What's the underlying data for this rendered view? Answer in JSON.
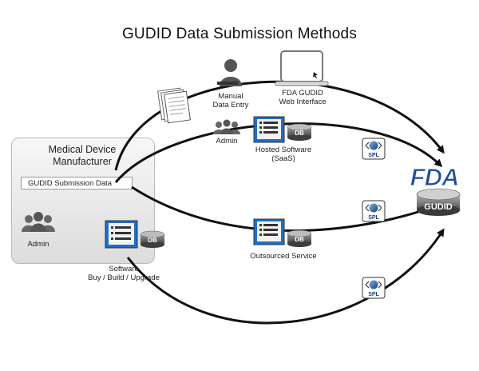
{
  "title": "GUDID Data Submission Methods",
  "manufacturer": {
    "title_line1": "Medical Device",
    "title_line2": "Manufacturer",
    "submission_data": "GUDID Submission Data",
    "admin_label": "Admin"
  },
  "methods": {
    "manual_line1": "Manual",
    "manual_line2": "Data Entry",
    "web_line1": "FDA GUDID",
    "web_line2": "Web Interface",
    "hosted_admin": "Admin",
    "hosted_line1": "Hosted Software",
    "hosted_line2": "(SaaS)",
    "outsourced": "Outsourced Service",
    "software_line1": "Software",
    "software_line2": "Buy / Build / Upgrade"
  },
  "badges": {
    "db": "DB",
    "spl": "SPL"
  },
  "fda": {
    "logo_text": "FDA",
    "gudid_text": "GUDID"
  },
  "colors": {
    "accent_blue": "#1a4f9c",
    "screen_blue": "#1e6fc9",
    "spl_blue": "#2a6fb8"
  }
}
